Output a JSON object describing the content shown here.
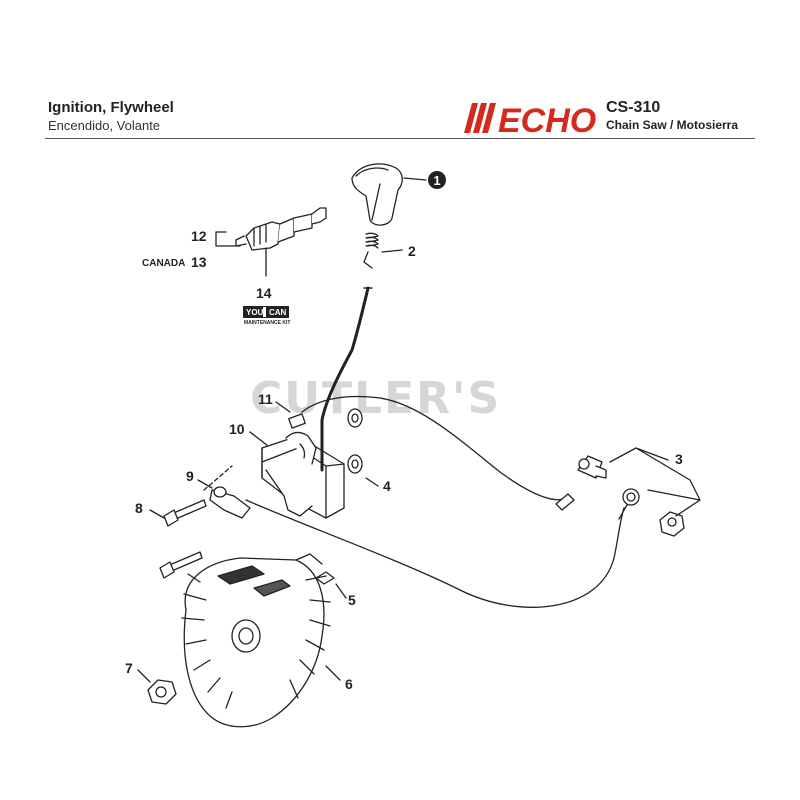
{
  "header": {
    "title": "Ignition, Flywheel",
    "subtitle": "Encendido, Volante",
    "brand": "ECHO",
    "model": "CS-310",
    "model_description": "Chain Saw / Motosierra"
  },
  "watermark": "CUTLER'S",
  "callouts": {
    "c1": "1",
    "c2": "2",
    "c3": "3",
    "c4": "4",
    "c5": "5",
    "c6": "6",
    "c7": "7",
    "c8": "8",
    "c9": "9",
    "c10": "10",
    "c11": "11",
    "c12": "12",
    "c13": "13",
    "c14": "14",
    "canada": "CANADA"
  },
  "badge": {
    "line1": "YOU",
    "line2": "CAN",
    "line3": "MAINTENANCE KIT"
  },
  "colors": {
    "line": "#222222",
    "brand_red": "#d42a1e",
    "watermark": "#d6d6d6"
  }
}
